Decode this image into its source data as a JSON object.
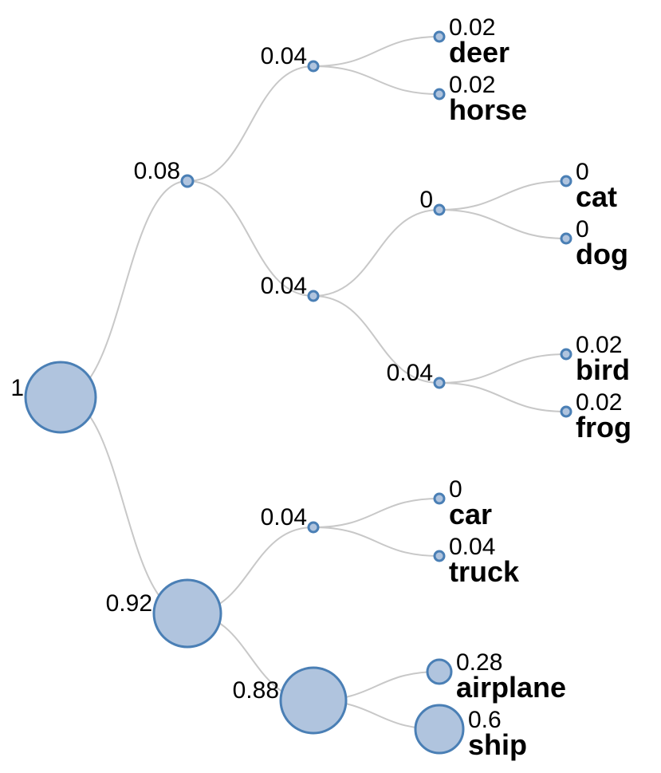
{
  "tree": {
    "value": "1",
    "children": [
      {
        "value": "0.08",
        "children": [
          {
            "value": "0.04",
            "children": [
              {
                "value": "0.02",
                "label": "deer"
              },
              {
                "value": "0.02",
                "label": "horse"
              }
            ]
          },
          {
            "value": "0.04",
            "children": [
              {
                "value": "0",
                "children": [
                  {
                    "value": "0",
                    "label": "cat"
                  },
                  {
                    "value": "0",
                    "label": "dog"
                  }
                ]
              },
              {
                "value": "0.04",
                "children": [
                  {
                    "value": "0.02",
                    "label": "bird"
                  },
                  {
                    "value": "0.02",
                    "label": "frog"
                  }
                ]
              }
            ]
          }
        ]
      },
      {
        "value": "0.92",
        "children": [
          {
            "value": "0.04",
            "children": [
              {
                "value": "0",
                "label": "car"
              },
              {
                "value": "0.04",
                "label": "truck"
              }
            ]
          },
          {
            "value": "0.88",
            "children": [
              {
                "value": "0.28",
                "label": "airplane"
              },
              {
                "value": "0.6",
                "label": "ship"
              }
            ]
          }
        ]
      }
    ]
  }
}
